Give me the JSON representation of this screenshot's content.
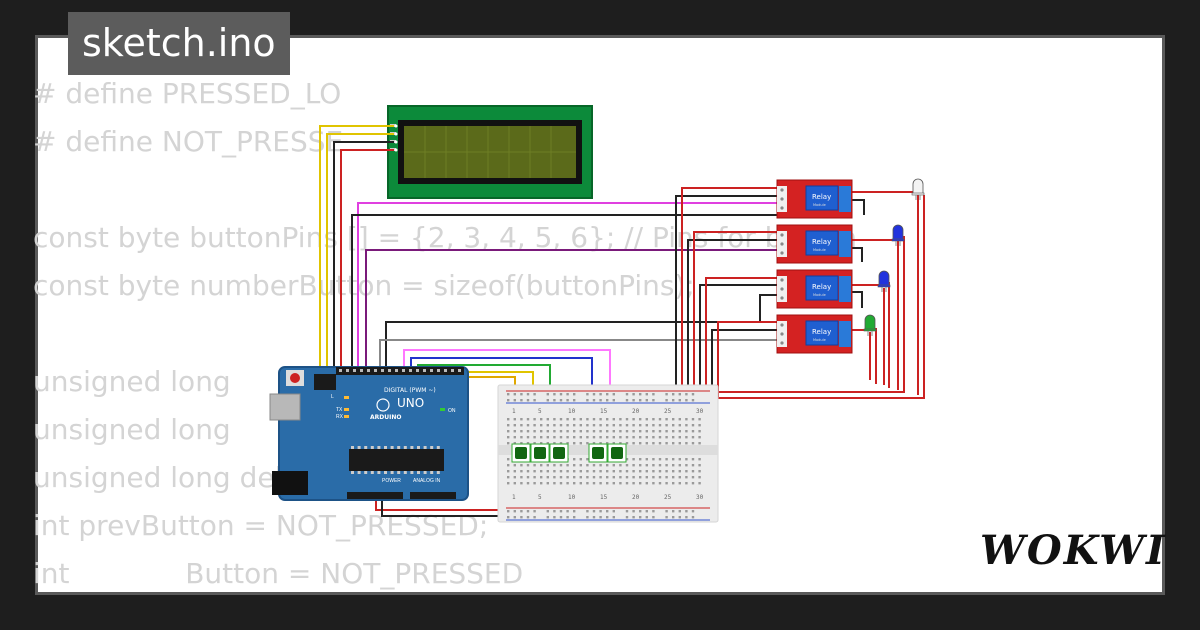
{
  "title": "sketch.ino",
  "code_lines": [
    "# define PRESSED_LO",
    "# define NOT_PRESSE",
    "",
    "const byte buttonPins [] = {2, 3, 4, 5, 6}; // Pins for button",
    "const byte numberButton = sizeof(buttonPins);",
    "",
    "unsigned long           lis;",
    "unsigned long                  Milli",
    "unsigned long delayMillis = 1",
    "int prevButton = NOT_PRESSED;",
    "int             Button = NOT_PRESSED"
  ],
  "board": {
    "brand": "ARDUINO",
    "model": "UNO",
    "digital_label": "DIGITAL (PWM ~)",
    "power_label": "POWER",
    "analog_label": "ANALOG IN",
    "on_label": "ON",
    "tx_label": "TX",
    "rx_label": "RX",
    "l_label": "L"
  },
  "relay": {
    "label": "Relay",
    "sub_label": "Module"
  },
  "breadboard": {
    "col_numbers": [
      "1",
      "5",
      "10",
      "15",
      "20",
      "25",
      "30"
    ]
  },
  "leds": [
    {
      "color": "#f4f4f4"
    },
    {
      "color": "#2233dd"
    },
    {
      "color": "#2233dd"
    },
    {
      "color": "#22aa33"
    }
  ],
  "colors": {
    "background": "#1e1e1e",
    "card": "#ffffff",
    "title_tag": "#5c5c5c",
    "code_text": "#d4d4d4",
    "arduino": "#2a6ca8",
    "relay": "#d42222",
    "lcd_frame": "#0c8a3a",
    "lcd_screen": "#5b6a1a"
  },
  "logo": "WOKWI"
}
